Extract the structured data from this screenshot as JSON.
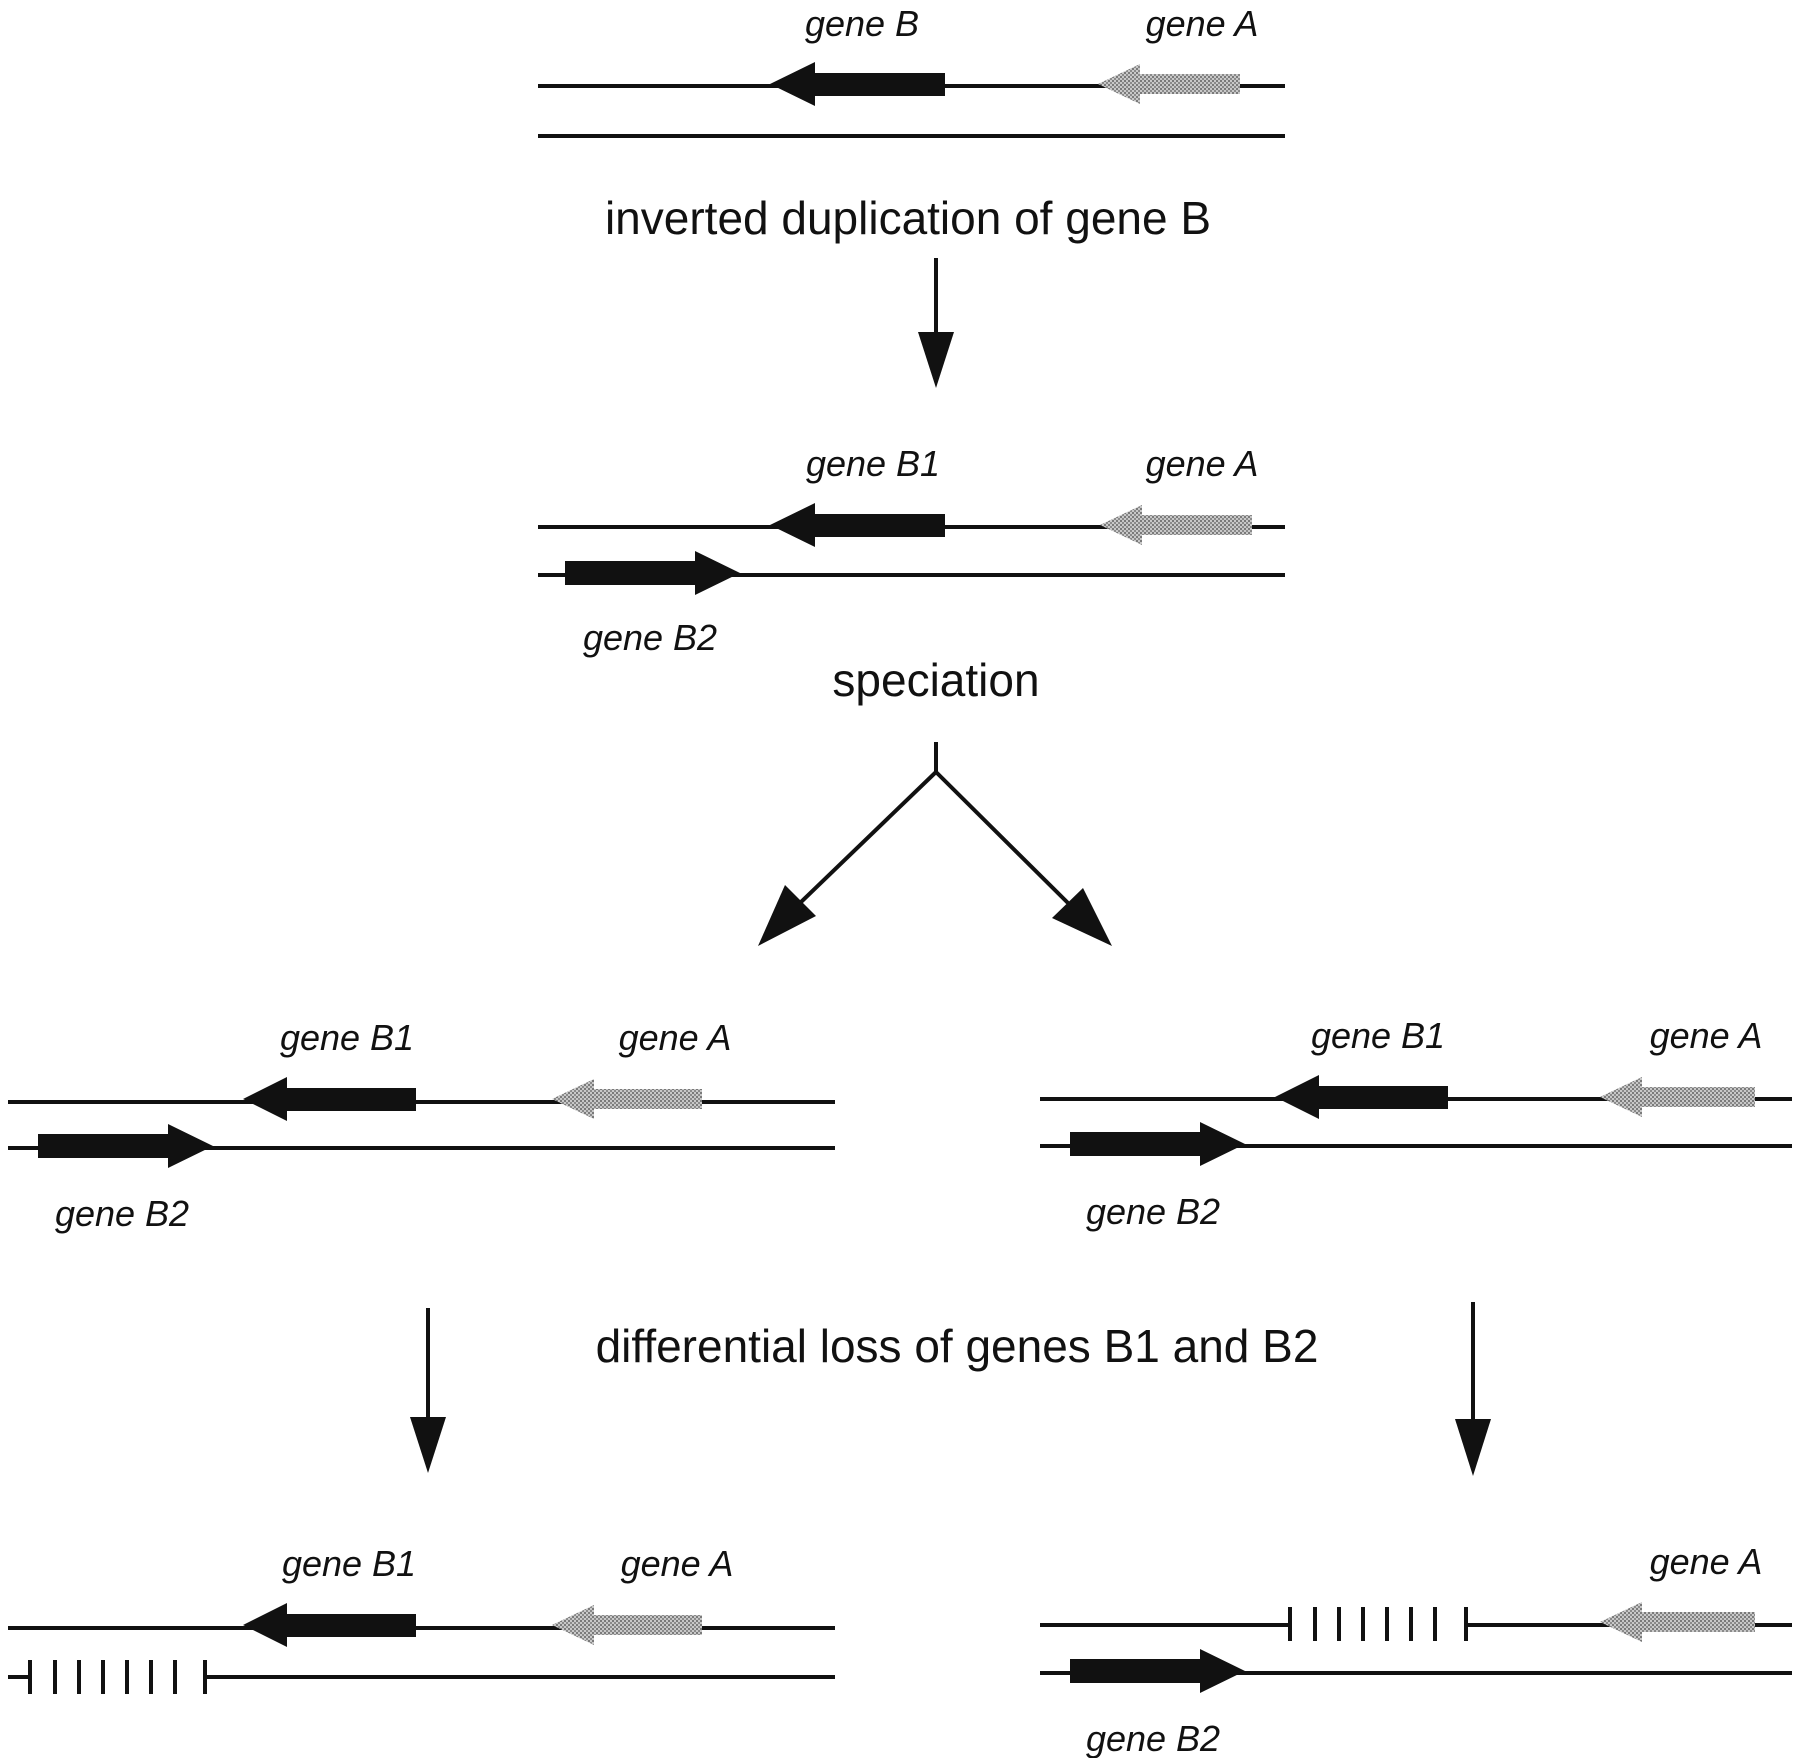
{
  "colors": {
    "line": "#111111",
    "gene_dark": "#111111",
    "gene_light": "#a6a6a6",
    "background": "#ffffff"
  },
  "steps": {
    "step1": "inverted duplication of gene B",
    "step2": "speciation",
    "step3": "differential loss of genes B1 and B2"
  },
  "labels": {
    "stage1_gene_b": "gene B",
    "stage1_gene_a": "gene A",
    "stage2_gene_b1": "gene B1",
    "stage2_gene_a": "gene A",
    "stage2_gene_b2": "gene B2",
    "stage3l_gene_b1": "gene B1",
    "stage3l_gene_a": "gene A",
    "stage3l_gene_b2": "gene B2",
    "stage3r_gene_b1": "gene B1",
    "stage3r_gene_a": "gene A",
    "stage3r_gene_b2": "gene B2",
    "stage4l_gene_b1": "gene B1",
    "stage4l_gene_a": "gene A",
    "stage4r_gene_a": "gene A",
    "stage4r_gene_b2": "gene B2"
  }
}
